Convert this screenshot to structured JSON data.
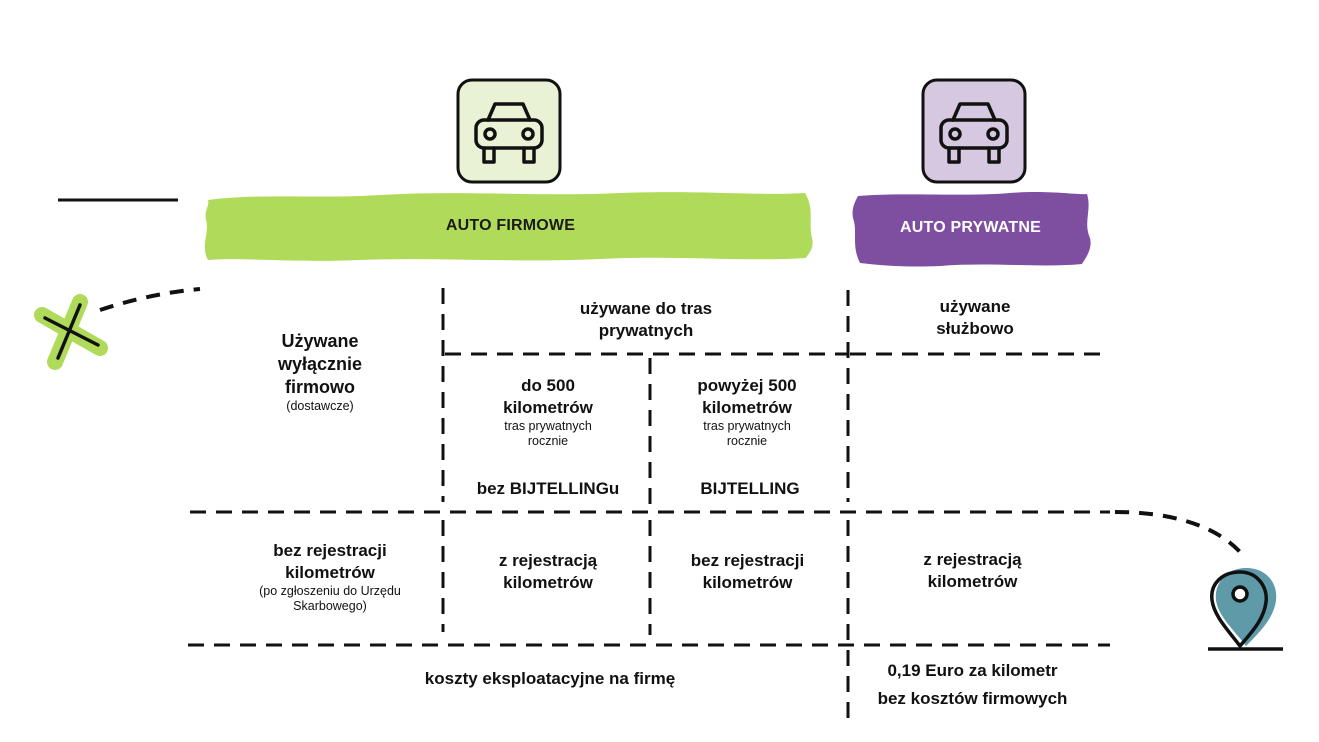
{
  "header": {
    "company_car": {
      "label": "AUTO FIRMOWE",
      "color": "#b0db5a",
      "icon": "car-icon",
      "icon_bg": "#eaf2d6"
    },
    "private_car": {
      "label": "AUTO PRYWATNE",
      "color": "#7e4fa0",
      "icon": "car-icon",
      "icon_bg": "#d6c8e0"
    }
  },
  "row1": {
    "business_only": {
      "title": "Używane wyłącznie firmowo",
      "note": "(dostawcze)"
    },
    "private_routes": {
      "title": "używane do tras prywatnych"
    },
    "business_use": {
      "title": "używane służbowo"
    }
  },
  "row2": {
    "under_500": {
      "title": "do 500 kilometrów",
      "note": "tras prywatnych rocznie",
      "status": "bez BIJTELLINGu"
    },
    "over_500": {
      "title": "powyżej 500 kilometrów",
      "note": "tras prywatnych rocznie",
      "status": "BIJTELLING"
    }
  },
  "row3": {
    "no_registration": {
      "title": "bez rejestracji kilometrów",
      "note": "(po zgłoszeniu do Urzędu Skarbowego)"
    },
    "with_registration_a": {
      "title": "z rejestracją kilometrów"
    },
    "no_registration_b": {
      "title": "bez rejestracji kilometrów"
    },
    "with_registration_c": {
      "title": "z rejestracją kilometrów"
    }
  },
  "footer": {
    "company_costs": "koszty eksploatacyjne na firmę",
    "rate": "0,19 Euro za kilometr",
    "no_company_costs": "bez kosztów firmowych"
  },
  "decorations": {
    "start_marker": "x-mark-icon",
    "end_marker": "map-pin-icon",
    "pin_color": "#5e9aa8"
  }
}
